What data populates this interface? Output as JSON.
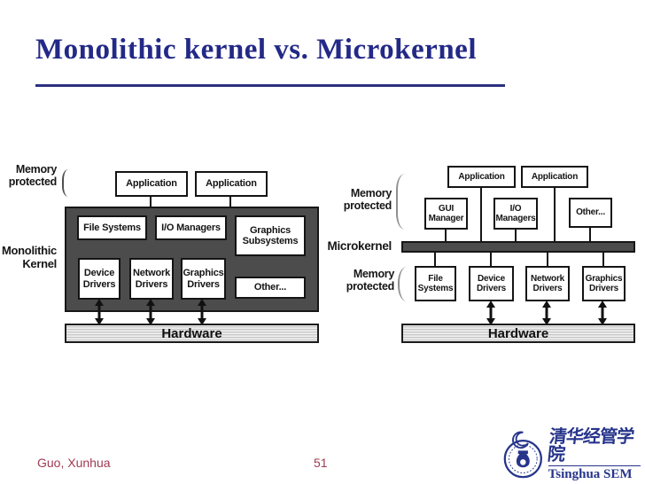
{
  "slide": {
    "title": "Monolithic kernel vs. Microkernel"
  },
  "left_diagram": {
    "label_memory_protected": "Memory protected",
    "label_kernel": "Monolithic Kernel",
    "app1": "Application",
    "app2": "Application",
    "box_file_systems": "File Systems",
    "box_io_managers": "I/O Managers",
    "box_graphics_subsystems": "Graphics Subsystems",
    "box_device_drivers": "Device Drivers",
    "box_network_drivers": "Network Drivers",
    "box_graphics_drivers": "Graphics Drivers",
    "box_other": "Other...",
    "hardware": "Hardware"
  },
  "right_diagram": {
    "label_memory_protected_top": "Memory protected",
    "label_microkernel": "Microkernel",
    "label_memory_protected_bottom": "Memory protected",
    "app1": "Application",
    "app2": "Application",
    "box_gui_manager": "GUI Manager",
    "box_io_managers": "I/O Managers",
    "box_other": "Other...",
    "box_file_systems": "File Systems",
    "box_device_drivers": "Device Drivers",
    "box_network_drivers": "Network Drivers",
    "box_graphics_drivers": "Graphics Drivers",
    "hardware": "Hardware"
  },
  "footer": {
    "author": "Guo, Xunhua",
    "page_number": "51"
  },
  "logo": {
    "chinese_name": "清华经管学院",
    "english_name": "Tsinghua SEM"
  },
  "colors": {
    "title_navy": "#232987",
    "kernel_gray": "#4c4c4c",
    "footer_red": "#a23a52",
    "logo_blue": "#26348b"
  }
}
